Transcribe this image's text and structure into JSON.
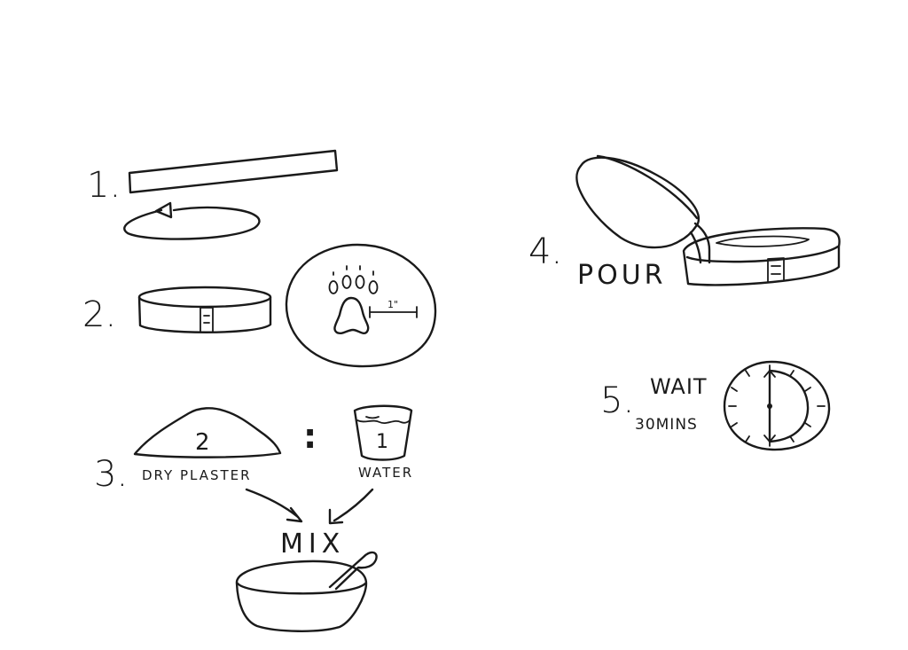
{
  "steps": {
    "step1": {
      "number": "1."
    },
    "step2": {
      "number": "2.",
      "size_label": "1\""
    },
    "step3": {
      "number": "3.",
      "plaster_ratio": "2",
      "plaster_label": "DRY   PLASTER",
      "ratio_separator": ":",
      "water_ratio": "1",
      "water_label": "WATER",
      "mix_label": "MIX"
    },
    "step4": {
      "number": "4.",
      "action_label": "POUR"
    },
    "step5": {
      "number": "5.",
      "action_label": "WAIT",
      "duration_label": "30MINS"
    }
  }
}
